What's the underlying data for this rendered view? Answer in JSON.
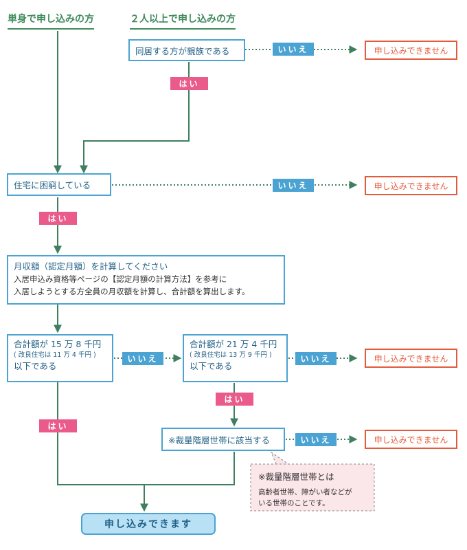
{
  "headings": {
    "single": "単身で申し込みの方",
    "multi": "２人以上で申し込みの方"
  },
  "nodes": {
    "relative": "同居する方が親族である",
    "housing": "住宅に困窮している",
    "calc": {
      "title": "月収額（認定月額）を計算してください",
      "line1": "入居申込み資格等ページの【認定月額の計算方法】を参考に",
      "line2": "入居しようとする方全員の月収額を計算し、合計額を算出します。"
    },
    "limit1": {
      "main": "合計額が 15 万 8 千円",
      "sub": "( 改良住宅は 11 万 4 千円 )",
      "tail": "以下である"
    },
    "limit2": {
      "main": "合計額が 21 万 4 千円",
      "sub": "( 改良住宅は 13 万 9 千円 )",
      "tail": "以下である"
    },
    "discretion": "※裁量階層世帯に該当する",
    "final": "申し込みできます"
  },
  "labels": {
    "no": "いいえ",
    "yes": "はい",
    "cannot": "申し込みできません"
  },
  "note": {
    "title": "※裁量階層世帯とは",
    "line1": "高齢者世帯、障がい者などが",
    "line2": "いる世帯のことです。"
  },
  "colors": {
    "arrow": "#3f7f5f",
    "box_border": "#4aa3d2",
    "no_tag": "#4aa3d2",
    "yes_tag": "#ea5a8a",
    "reject": "#e35b3a",
    "heading": "#3f8a5b",
    "note_bg": "#fbe6ea",
    "final_bg": "#b8e1f6"
  }
}
